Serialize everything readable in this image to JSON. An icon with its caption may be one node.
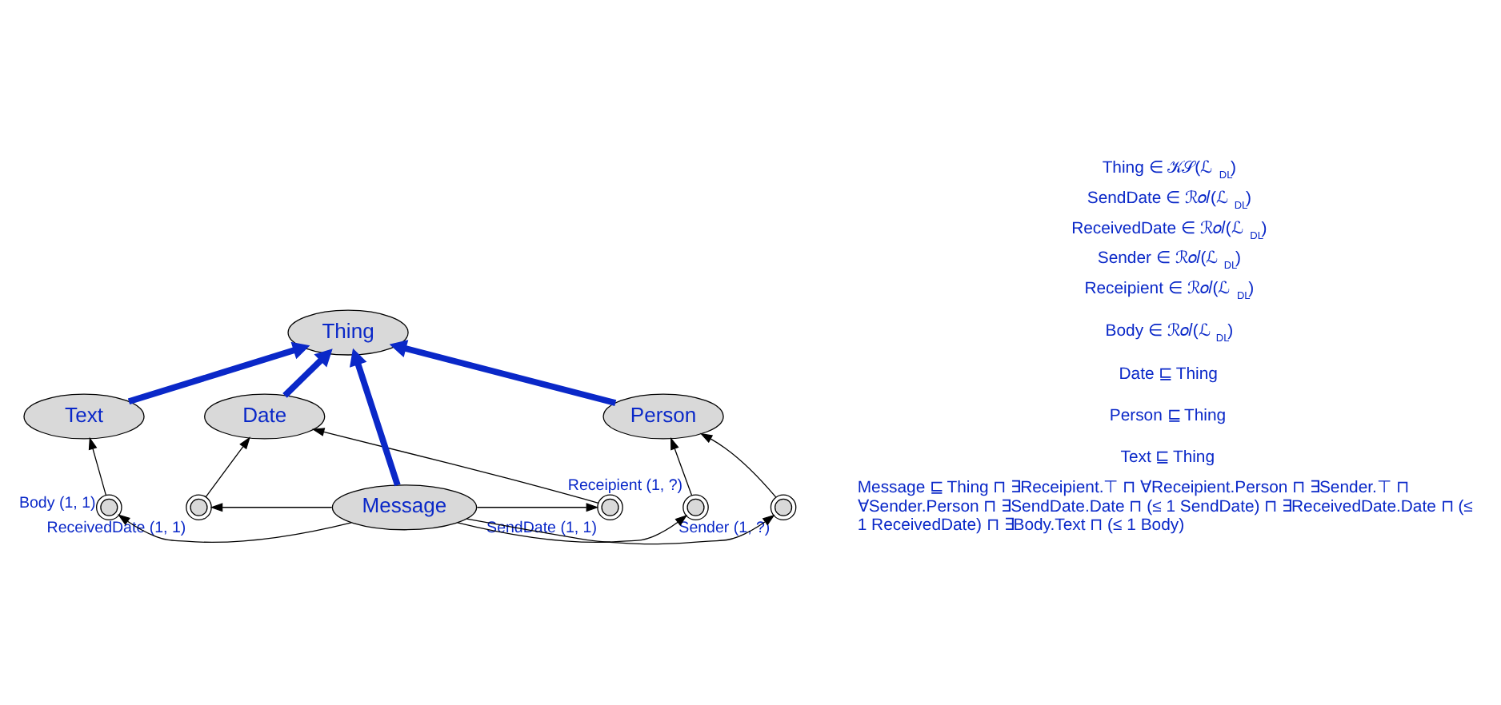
{
  "diagram": {
    "nodes": [
      {
        "text": [
          "Thing"
        ]
      },
      {
        "text": [
          "Date"
        ]
      },
      {
        "text": [
          "Person"
        ]
      },
      {
        "text": [
          "Text"
        ]
      },
      {
        "text": [],
        "shape": "circle",
        "beside": [
          "SendDate (1, 1)"
        ]
      },
      {
        "text": [],
        "shape": "circle",
        "beside": [
          "Sender (1, ?)"
        ]
      },
      {
        "text": [],
        "shape": "circle",
        "beside": [
          "Receipient (1, ?)"
        ]
      },
      {
        "text": [],
        "shape": "circle",
        "beside": [
          "ReceivedDate (1, 1)"
        ]
      },
      {
        "text": [
          "Message"
        ]
      },
      {
        "text": [],
        "shape": "circle",
        "beside": [
          "Body (1, 1)"
        ]
      }
    ],
    "edges": [
      {
        "from": 1,
        "to": 0,
        "arrow": "to",
        "style": "thick",
        "color": "#0a28c8"
      },
      {
        "from": 3,
        "to": 0,
        "arrow": "to",
        "style": "thick",
        "color": "#0a28c8"
      },
      {
        "from": 8,
        "to": 0,
        "arrow": "to",
        "style": "thick",
        "color": "#0a28c8"
      },
      {
        "from": 2,
        "to": 0,
        "arrow": "to",
        "style": "thick",
        "color": "#0a28c8"
      },
      {
        "from": 8,
        "to": 4,
        "arrow": "to"
      },
      {
        "from": 4,
        "to": 1,
        "arrow": "to"
      },
      {
        "from": 8,
        "to": 7,
        "arrow": "to"
      },
      {
        "from": 7,
        "to": 1,
        "arrow": "to"
      },
      {
        "from": 8,
        "to": 9,
        "arrow": "to"
      },
      {
        "from": 9,
        "to": 3,
        "arrow": "to"
      },
      {
        "from": 8,
        "to": 5,
        "arrow": "to"
      },
      {
        "from": 5,
        "to": 2,
        "arrow": "to"
      },
      {
        "from": 8,
        "to": 6,
        "arrow": "to"
      },
      {
        "from": 6,
        "to": 2,
        "arrow": "to"
      }
    ],
    "labels": [
      "Thing ∈ 𝒦𝒮(ℒ$_{DL}$)",
      "SendDate ∈ ℛ𝑜𝑙(ℒ$_{DL}$)",
      "ReceivedDate ∈ ℛ𝑜𝑙(ℒ$_{DL}$)",
      "Sender ∈ ℛ𝑜𝑙(ℒ$_{DL}$)",
      "Receipient ∈ ℛ𝑜𝑙(ℒ$_{DL}$)",
      "Body ∈ ℛ𝑜𝑙(ℒ$_{DL}$)",
      "Date ⊑ Thing",
      "Person ⊑ Thing",
      "Text ⊑ Thing",
      "Message ⊑ Thing ⊓ ∃Receipient.⊤ ⊓ ∀Receipient.Person ⊓ ∃Sender.⊤ ⊓ ∀Sender.Person ⊓ ∃SendDate.Date ⊓ (≤ 1 SendDate) ⊓ ∃ReceivedDate.Date ⊓ (≤ 1 ReceivedDate) ⊓ ∃Body.Text ⊓ (≤ 1 Body)"
    ]
  }
}
